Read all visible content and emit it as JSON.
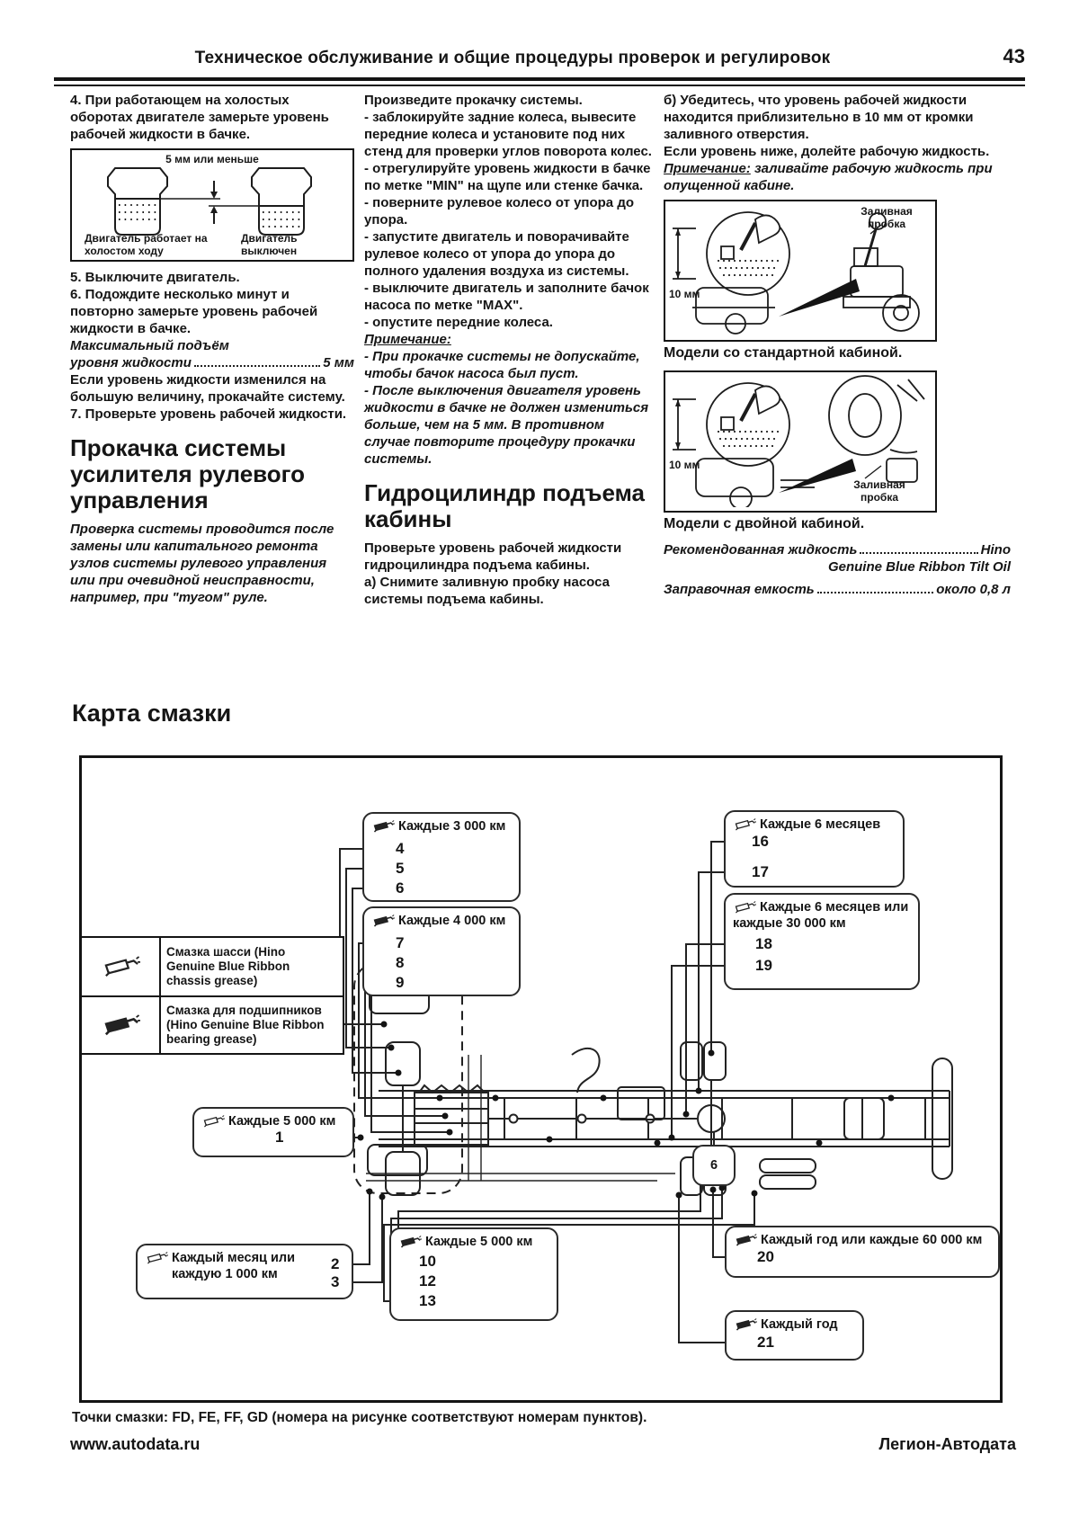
{
  "header": {
    "title": "Техническое обслуживание и общие процедуры проверок и регулировок",
    "page_number": "43"
  },
  "col1": {
    "p4": "4. При работающем на холостых оборотах двигателе замерьте уровень рабочей жидкости в бачке.",
    "fig": {
      "top_label": "5 мм или меньше",
      "caption_left": "Двигатель работает на холостом ходу",
      "caption_right": "Двигатель выключен"
    },
    "p5": "5. Выключите двигатель.",
    "p6": "6. Подождите несколько минут и повторно замерьте уровень рабочей жидкости в бачке.",
    "spec_line1": "Максимальный подъём",
    "spec_label": "уровня жидкости",
    "spec_value": "5 мм",
    "p_if": "Если уровень жидкости изменился на большую величину, прокачайте систему.",
    "p7": "7. Проверьте уровень рабочей жидкости.",
    "heading": "Прокачка системы усилителя рулевого управления",
    "intro": "Проверка системы проводится после замены или капитального ремонта узлов системы рулевого управления или при очевидной неисправности, например, при \"тугом\" руле."
  },
  "col2": {
    "lead": "Произведите прокачку системы.",
    "bullets": [
      "- заблокируйте задние колеса, вывесите передние колеса и установите под них стенд для проверки углов поворота колес.",
      "- отрегулируйте уровень жидкости в бачке по метке \"MIN\" на щупе или стенке бачка.",
      "- поверните рулевое колесо от упора до упора.",
      "- запустите двигатель и поворачивайте рулевое колесо от упора до упора до полного удаления воздуха из системы.",
      "- выключите двигатель и заполните бачок насоса по метке \"MAX\".",
      "- опустите передние колеса."
    ],
    "note_label": "Примечание:",
    "notes": [
      "- При прокачке системы не допускайте, чтобы бачок насоса был пуст.",
      "- После выключения двигателя уровень жидкости в бачке не должен измениться больше, чем на 5 мм. В противном случае повторите процедуру прокачки системы."
    ],
    "heading": "Гидроцилиндр подъема кабины",
    "p1": "Проверьте уровень рабочей жидкости гидроцилиндра подъема кабины.",
    "pa": "а) Снимите заливную пробку насоса системы подъема кабины."
  },
  "col3": {
    "pb": "б) Убедитесь, что уровень рабочей жидкости находится приблизительно в 10 мм от кромки заливного отверстия.",
    "p_if": "Если уровень ниже, долейте рабочую жидкость.",
    "note_label": "Примечание:",
    "note_text": "заливайте рабочую жидкость при опущенной кабине.",
    "fig1": {
      "dim": "10 мм",
      "plug": "Заливная пробка",
      "caption": "Модели со стандартной кабиной."
    },
    "fig2": {
      "dim": "10 мм",
      "plug": "Заливная пробка",
      "caption": "Модели с двойной кабиной."
    },
    "spec1_label": "Рекомендованная жидкость",
    "spec1_value1": "Hino",
    "spec1_value2": "Genuine Blue Ribbon Tilt Oil",
    "spec2_label": "Заправочная емкость",
    "spec2_value": "около 0,8 л"
  },
  "lube_map": {
    "heading": "Карта смазки",
    "legend": [
      {
        "label": "Смазка шасси (Hino Genuine Blue Ribbon chassis grease)"
      },
      {
        "label": "Смазка для подшипников (Hino Genuine Blue Ribbon bearing grease)"
      }
    ],
    "boxes": [
      {
        "label": "Каждые 3 000 км",
        "items": [
          "4",
          "5",
          "6"
        ]
      },
      {
        "label": "Каждые 4 000 км",
        "items": [
          "7",
          "8",
          "9"
        ]
      },
      {
        "label": "Каждые 6 месяцев",
        "items": [
          "16",
          "17"
        ]
      },
      {
        "label": "Каждые 6 месяцев или каждые 30 000 км",
        "items": [
          "18",
          "19"
        ]
      },
      {
        "label": "Каждые 5 000 км",
        "items": [
          "1"
        ]
      },
      {
        "label": "Каждый месяц или каждую 1 000 км",
        "items": [
          "2",
          "3"
        ]
      },
      {
        "label": "Каждые 5 000 км",
        "items": [
          "10",
          "12",
          "13"
        ]
      },
      {
        "label": "Каждый год или каждые 60 000 км",
        "items": [
          "20"
        ]
      },
      {
        "label": "Каждый год",
        "items": [
          "21"
        ]
      }
    ],
    "truck_label": "6",
    "caption": "Точки смазки: FD, FE, FF, GD (номера на рисунке соответствуют номерам пунктов)."
  },
  "footer": {
    "left": "www.autodata.ru",
    "right": "Легион-Автодата"
  }
}
